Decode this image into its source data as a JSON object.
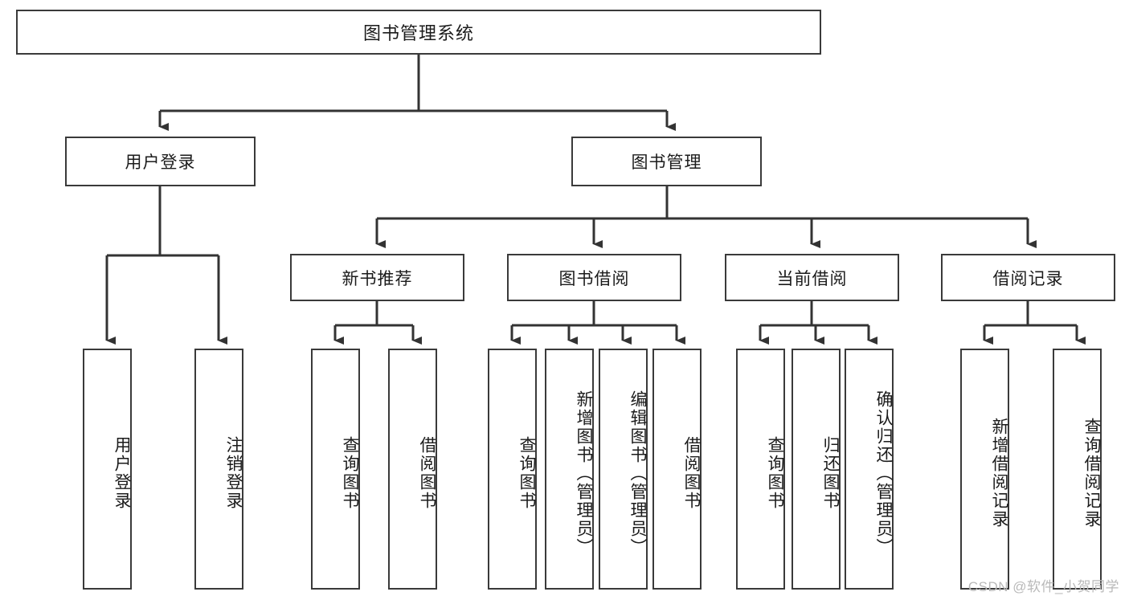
{
  "diagram": {
    "type": "tree",
    "title": "图书管理系统",
    "watermark": "CSDN @软件_小贺同学",
    "colors": {
      "node_border": "#3a3a3a",
      "node_fill": "#ffffff",
      "connector": "#333333",
      "text": "#1b1b1b",
      "watermark": "#b9b9b9",
      "background": "#ffffff"
    },
    "nodes": {
      "root": {
        "label": "图书管理系统"
      },
      "level2": [
        {
          "label": "用户登录"
        },
        {
          "label": "图书管理"
        }
      ],
      "level3": [
        {
          "label": "新书推荐"
        },
        {
          "label": "图书借阅"
        },
        {
          "label": "当前借阅"
        },
        {
          "label": "借阅记录"
        }
      ],
      "leaves": [
        {
          "label": "用户登录",
          "parent": "用户登录"
        },
        {
          "label": "注销登录",
          "parent": "用户登录"
        },
        {
          "label": "查询图书",
          "parent": "新书推荐"
        },
        {
          "label": "借阅图书",
          "parent": "新书推荐"
        },
        {
          "label": "查询图书",
          "parent": "图书借阅"
        },
        {
          "label": "新增图书（管理员）",
          "parent": "图书借阅"
        },
        {
          "label": "编辑图书（管理员）",
          "parent": "图书借阅"
        },
        {
          "label": "借阅图书",
          "parent": "图书借阅"
        },
        {
          "label": "查询图书",
          "parent": "当前借阅"
        },
        {
          "label": "归还图书",
          "parent": "当前借阅"
        },
        {
          "label": "确认归还（管理员）",
          "parent": "当前借阅"
        },
        {
          "label": "新增借阅记录",
          "parent": "借阅记录"
        },
        {
          "label": "查询借阅记录",
          "parent": "借阅记录"
        }
      ]
    }
  }
}
